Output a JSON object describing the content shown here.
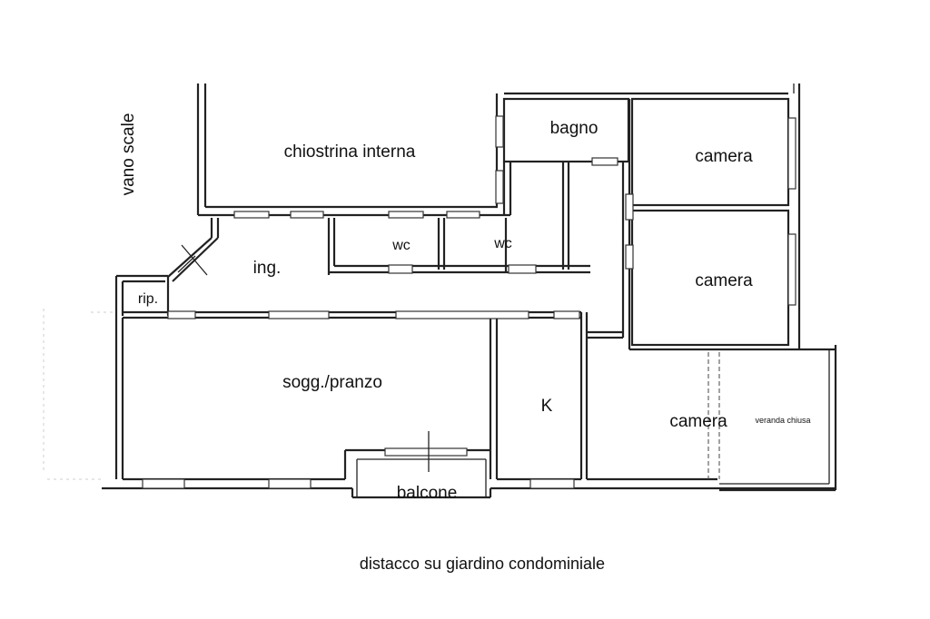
{
  "rooms": {
    "vano_scale": "vano scale",
    "chiostrina": "chiostrina interna",
    "bagno": "bagno",
    "camera_1": "camera",
    "camera_2": "camera",
    "camera_3": "camera",
    "wc_1": "wc",
    "wc_2": "wc",
    "ingresso": "ing.",
    "ripostiglio": "rip.",
    "soggiorno": "sogg./pranzo",
    "cucina": "K",
    "veranda": "veranda chiusa",
    "balcone": "balcone"
  },
  "caption": "distacco su giardino condominiale"
}
